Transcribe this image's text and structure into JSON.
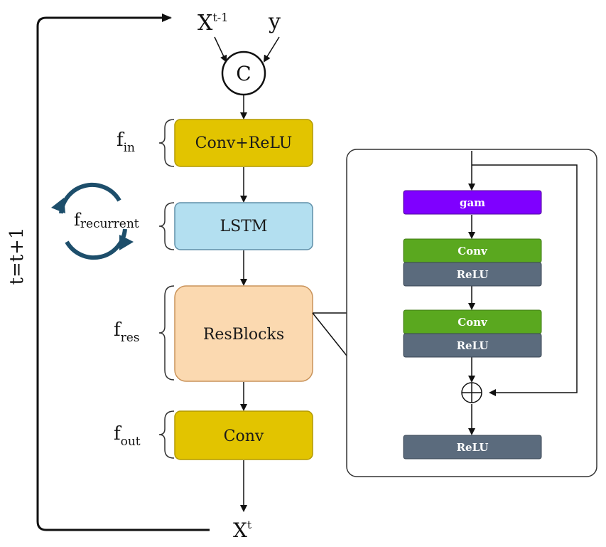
{
  "inputs": {
    "x_prev": "X",
    "x_prev_sup": "t-1",
    "y": "y"
  },
  "concat_label": "C",
  "blocks": {
    "conv_relu": "Conv+ReLU",
    "lstm": "LSTM",
    "resblocks": "ResBlocks",
    "conv": "Conv"
  },
  "output": {
    "x": "X",
    "x_sup": "t"
  },
  "loop_label": "t=t+1",
  "stage_labels": {
    "f_in_base": "f",
    "f_in_sub": "in",
    "f_rec_base": "f",
    "f_rec_sub": "recurrent",
    "f_res_base": "f",
    "f_res_sub": "res",
    "f_out_base": "f",
    "f_out_sub": "out"
  },
  "resblock_detail": {
    "gam": "gam",
    "conv1": "Conv",
    "relu1": "ReLU",
    "conv2": "Conv",
    "relu2": "ReLU",
    "relu_out": "ReLU"
  },
  "colors": {
    "yellow": "#e2c400",
    "lstm_blue": "#b3dff0",
    "res_peach": "#fbd9b0",
    "purple": "#7f00ff",
    "green": "#5aa81f",
    "slate": "#5b6b7d",
    "recurrent_icon": "#1d4e6b"
  }
}
